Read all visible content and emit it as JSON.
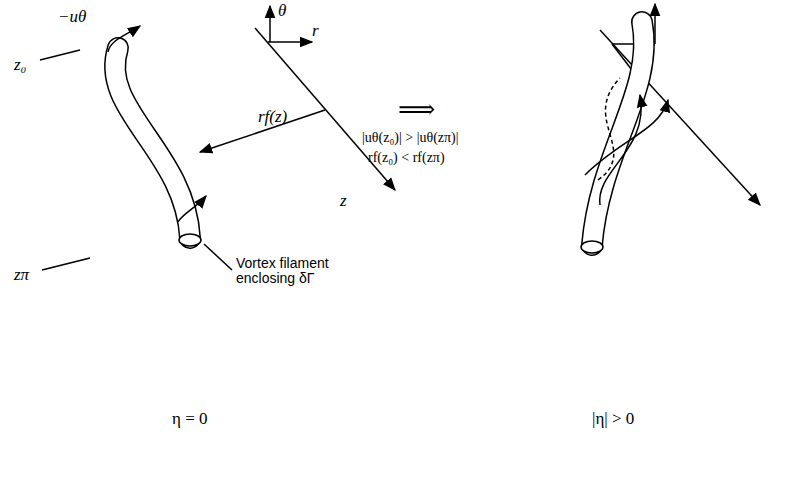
{
  "diagram": {
    "labels": [
      "θ",
      "r",
      "−uθ",
      "z₀",
      "rf(z)",
      "z",
      "zπ",
      "Vortex filament enclosing δΓ",
      "η = 0",
      "⟹",
      "|uθ(z₀)| > |uθ(zπ)|",
      "rf(z₀) < rf(zπ)",
      "|η| > 0"
    ]
  }
}
